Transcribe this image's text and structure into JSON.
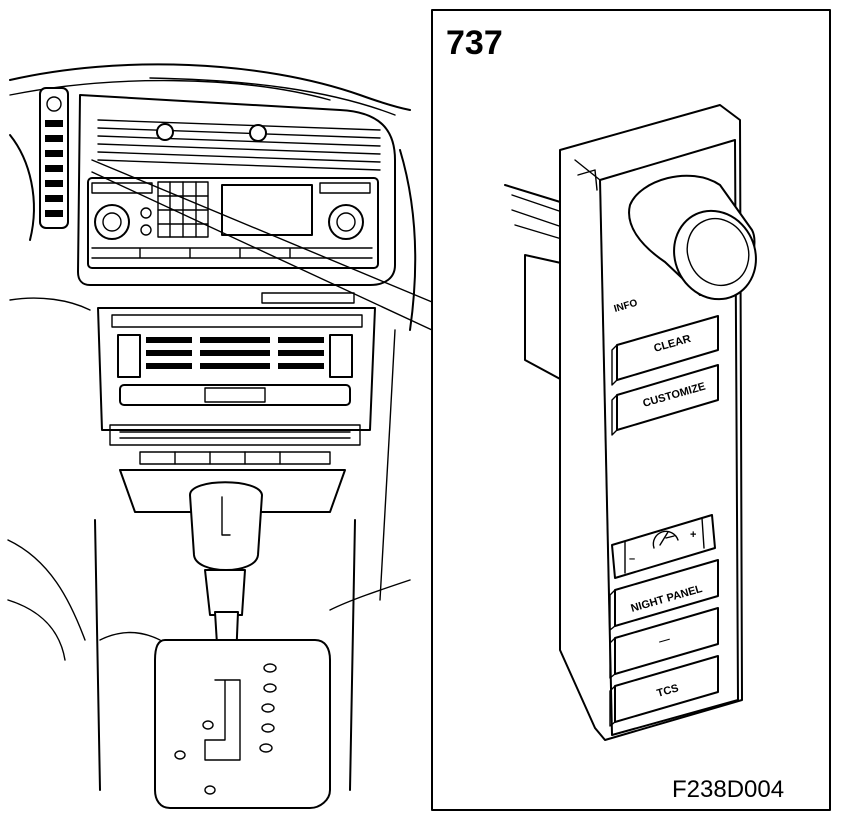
{
  "inset": {
    "reference_number": "737",
    "labels": {
      "info": "INFO",
      "clear": "CLEAR",
      "customize": "CUSTOMIZE",
      "minus": "–",
      "plus": "+",
      "night_panel": "NIGHT PANEL",
      "blank": "—",
      "tcs": "TCS"
    }
  },
  "figure_code": "F238D004"
}
